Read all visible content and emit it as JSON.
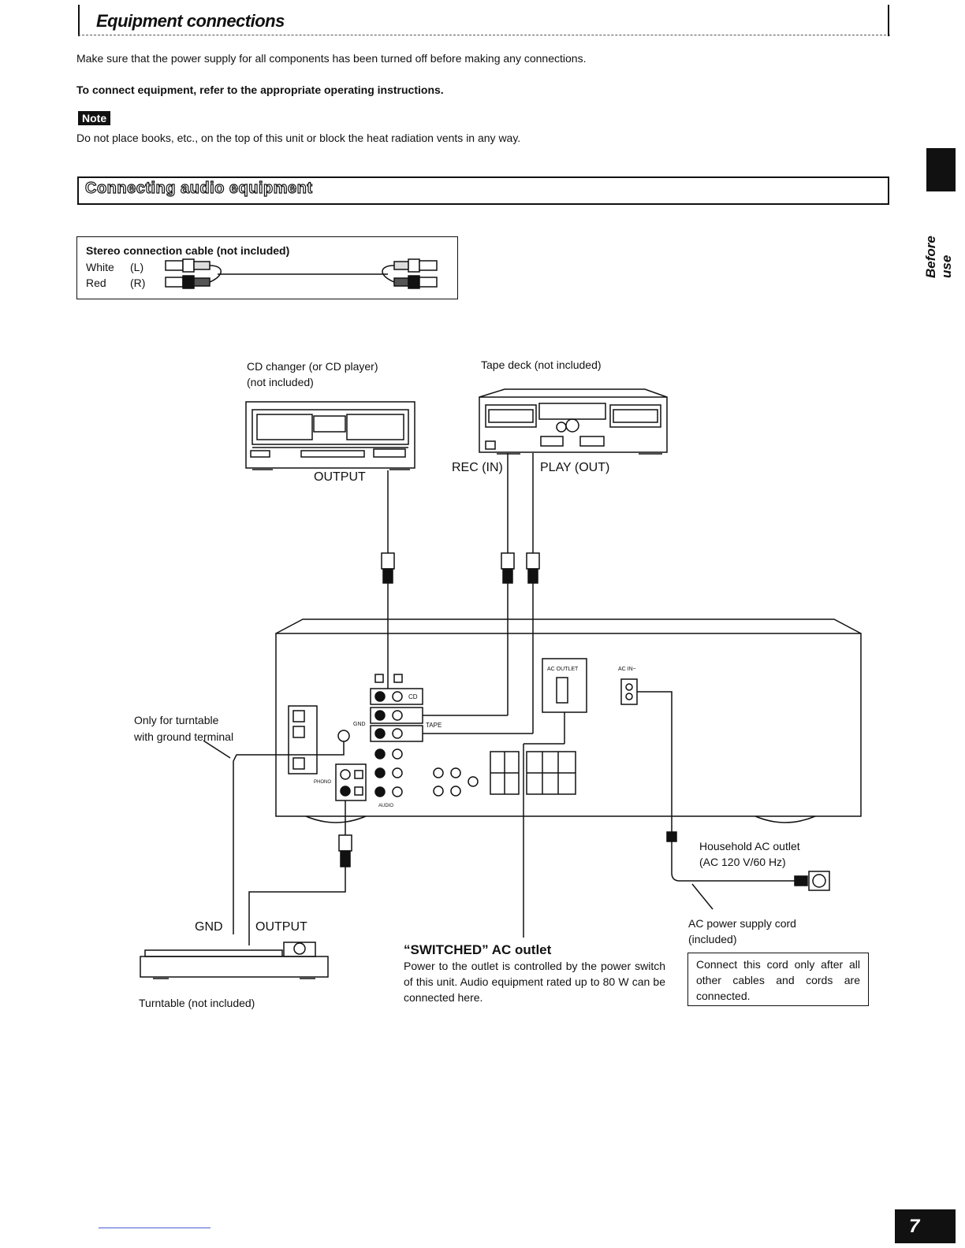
{
  "header": {
    "title": "Equipment connections",
    "line1": "Make sure that the power supply for all components has been turned off before making any connections.",
    "line2": "To connect equipment, refer to the appropriate operating instructions.",
    "note_badge": "Note",
    "note_text": "Do not place books, etc., on the top of this unit or block the heat radiation vents in any way."
  },
  "section": {
    "title": "Connecting audio equipment"
  },
  "side_tab": {
    "label": "Before use"
  },
  "cable_box": {
    "title": "Stereo connection cable (not included)",
    "white": "White",
    "white_ch": "(L)",
    "red": "Red",
    "red_ch": "(R)"
  },
  "diagram": {
    "cd_label_1": "CD changer (or CD player)",
    "cd_label_2": "(not included)",
    "tape_label": "Tape deck (not included)",
    "output": "OUTPUT",
    "rec_in": "REC (IN)",
    "play_out": "PLAY (OUT)",
    "ground_note_1": "Only for turntable",
    "ground_note_2": "with ground terminal",
    "household_1": "Household AC outlet",
    "household_2": "(AC 120 V/60 Hz)",
    "gnd": "GND",
    "turntable_output": "OUTPUT",
    "turntable_label": "Turntable (not included)",
    "power_cord_1": "AC power supply cord",
    "power_cord_2": "(included)",
    "panel_cd": "CD",
    "panel_tape": "TAPE",
    "panel_gnd": "GND",
    "panel_phono": "PHONO",
    "panel_audio": "AUDIO",
    "panel_ac_outlet": "AC OUTLET",
    "panel_ac_in": "AC IN~"
  },
  "switched": {
    "title": "“SWITCHED” AC outlet",
    "desc": "Power to the outlet is controlled by the power switch of this unit. Audio equipment rated up to 80 W can be connected here."
  },
  "warning_box": {
    "text": "Connect this cord only after all other cables and cords are connected."
  },
  "page_number": "7"
}
